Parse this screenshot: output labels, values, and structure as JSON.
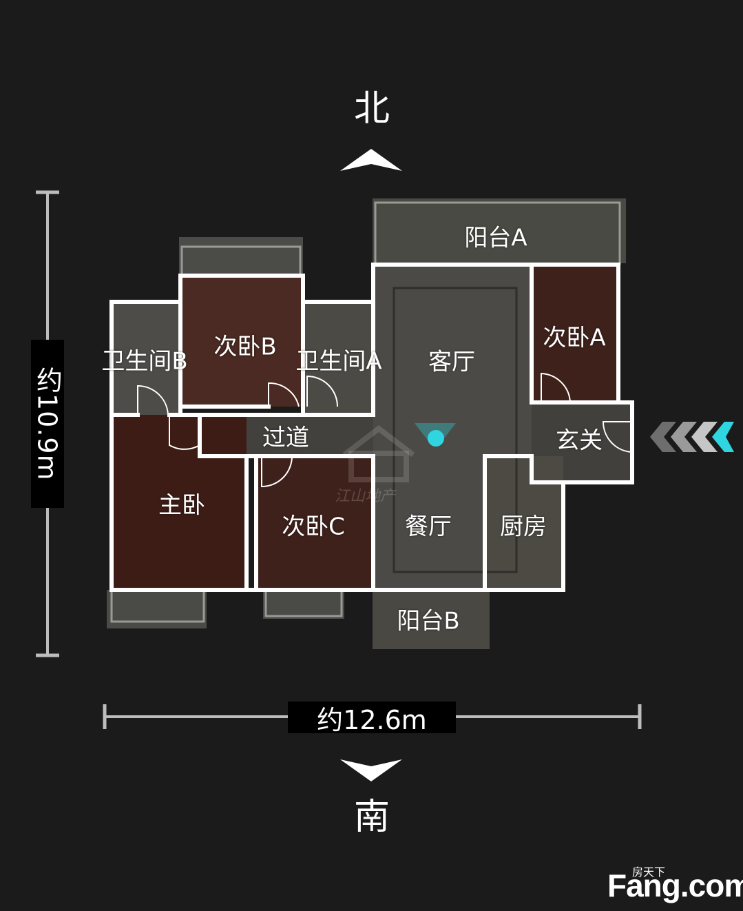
{
  "compass": {
    "north": "北",
    "south": "南"
  },
  "dimensions": {
    "height": "约10.9m",
    "width": "约12.6m"
  },
  "rooms": {
    "balcony_a": "阳台A",
    "bath_b": "卫生间B",
    "bedroom_b": "次卧B",
    "bath_a": "卫生间A",
    "living": "客厅",
    "bedroom_a": "次卧A",
    "corridor": "过道",
    "entrance": "玄关",
    "master": "主卧",
    "bedroom_c": "次卧C",
    "dining": "餐厅",
    "kitchen": "厨房",
    "balcony_b": "阳台B"
  },
  "watermark": "江山地产",
  "brand": {
    "cn": "房天下",
    "logo": "Fang.com"
  },
  "colors": {
    "background": "#1b1b1b",
    "wall": "#ffffff",
    "accent": "#2fd6e0",
    "bedroom_floor": "#3a1d17",
    "tile_floor": "#4a4a44"
  }
}
